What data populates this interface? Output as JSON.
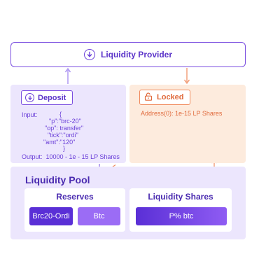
{
  "provider": {
    "label": "Liquidity Provider"
  },
  "deposit": {
    "label": "Deposit",
    "input_label": "Input:",
    "json_lines": [
      "{",
      "\"p\":\"brc-20\"",
      "\"op\": transfer\"",
      "\"tick\":\"ordi\"",
      "\"amt\":\"120\"",
      "}"
    ],
    "output_text": "Output:  10000 - 1e - 15 LP Shares"
  },
  "locked": {
    "label": "Locked",
    "address_text": "Address(0):  1e-15 LP Shares"
  },
  "pool": {
    "title": "Liquidity Pool",
    "reserves": {
      "title": "Reserves",
      "items": [
        "Brc20-Ordi",
        "Btc"
      ]
    },
    "shares": {
      "title": "Liquidity Shares",
      "item": "P% btc"
    }
  },
  "colors": {
    "purple": "#7b4fe0",
    "purple_dark": "#4a2bb0",
    "orange": "#f08a5d",
    "lavender_bg": "#ece6fd",
    "peach_bg": "#fdebdd",
    "chip_dark": "#5a2fd6",
    "chip_light": "#9b6cf5"
  }
}
